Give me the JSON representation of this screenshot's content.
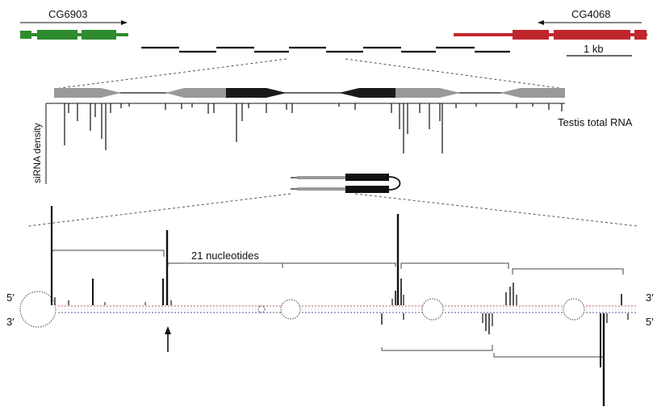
{
  "genes": {
    "left": {
      "name": "CG6903",
      "color": "#2e8b2e",
      "direction": "right"
    },
    "right": {
      "name": "CG4068",
      "color": "#c0272d",
      "direction": "left"
    }
  },
  "scale_bar": {
    "label": "1 kb"
  },
  "density_panel": {
    "ylabel": "siRNA density",
    "series_label": "Testis total RNA"
  },
  "hairpin_panel": {
    "nucleotide_label": "21 nucleotides",
    "top_left_end": "5′",
    "bottom_left_end": "3′",
    "top_right_end": "3′",
    "bottom_right_end": "5′"
  },
  "colors": {
    "gray_arm": "#999999",
    "dark_arm": "#1a1a1a",
    "line": "#111111"
  }
}
